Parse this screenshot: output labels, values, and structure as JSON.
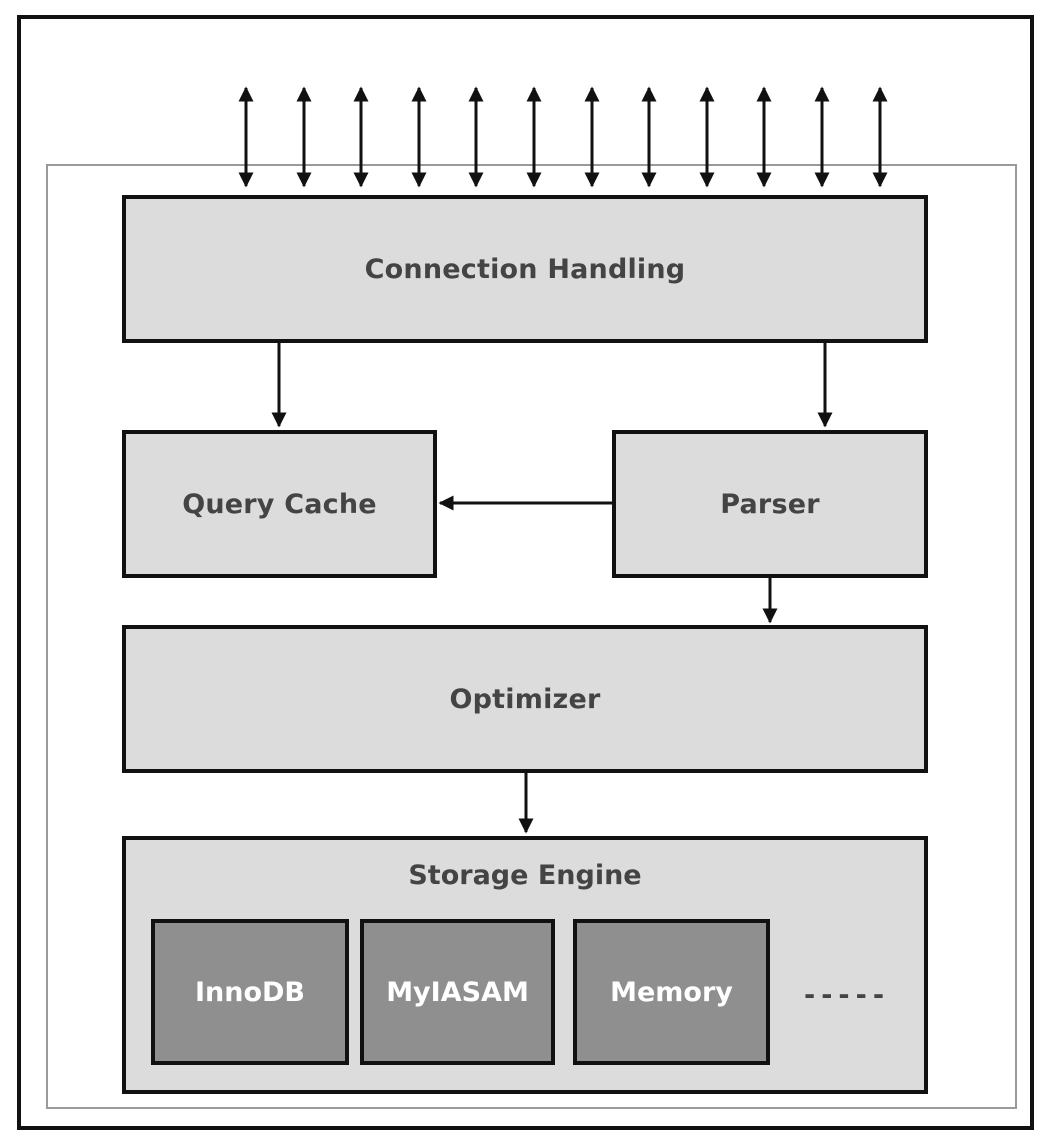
{
  "diagram": {
    "connection_handling": "Connection Handling",
    "query_cache": "Query Cache",
    "parser": "Parser",
    "optimizer": "Optimizer",
    "storage_engine": {
      "title": "Storage Engine",
      "engines": [
        "InnoDB",
        "MyIASAM",
        "Memory"
      ],
      "more": "-----"
    },
    "client_connections": 12
  },
  "colors": {
    "border": "#111111",
    "component_fill": "#dcdcdc",
    "engine_fill": "#8f8f8f",
    "label_text": "#444444",
    "engine_text": "#ffffff",
    "outer_frame": "#9a9a9a"
  }
}
